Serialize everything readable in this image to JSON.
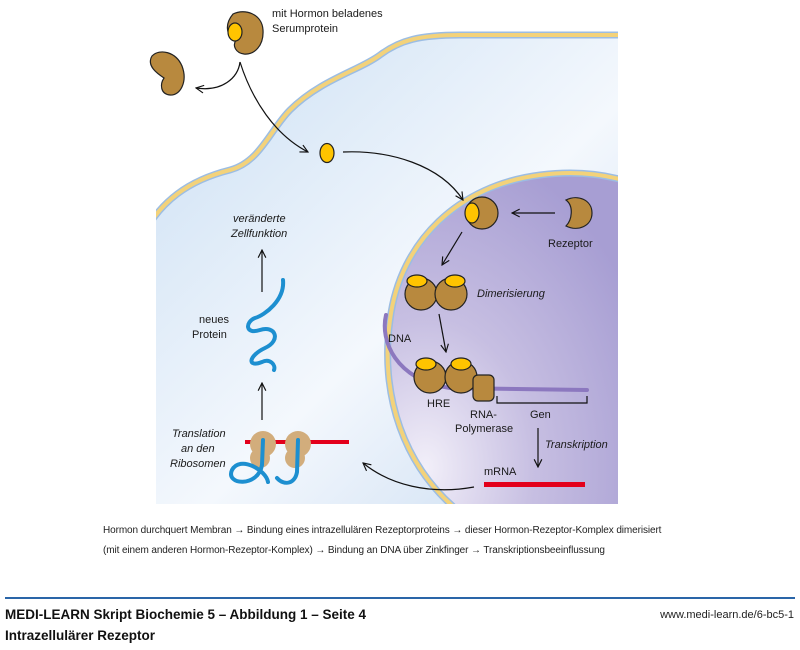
{
  "diagram": {
    "labels": {
      "serum_protein_line1": "mit Hormon beladenes",
      "serum_protein_line2": "Serumprotein",
      "receptor": "Rezeptor",
      "dimerization": "Dimerisierung",
      "dna": "DNA",
      "hre": "HRE",
      "rna_polymerase_line1": "RNA-",
      "rna_polymerase_line2": "Polymerase",
      "gene": "Gen",
      "transcription": "Transkription",
      "mrna": "mRNA",
      "translation_line1": "Translation",
      "translation_line2": "an den",
      "translation_line3": "Ribosomen",
      "new_protein_line1": "neues",
      "new_protein_line2": "Protein",
      "cell_function_line1": "veränderte",
      "cell_function_line2": "Zellfunktion"
    },
    "colors": {
      "protein_brown": "#b8893e",
      "hormone_yellow": "#ffc400",
      "membrane": "#f3d27a",
      "cytoplasm": "#d6e6f6",
      "nucleus": "#b3abd8",
      "dna_strand": "#8c78bf",
      "mrna_red": "#e3001b",
      "ribosome": "#d2ad7c",
      "new_protein_blue": "#1d8fd0"
    }
  },
  "caption": {
    "line1": "Hormon durchquert Membran → Bindung eines intrazellulären Rezeptorproteins → dieser Hormon-Rezeptor-Komplex dimerisiert",
    "line2": "(mit einem anderen Hormon-Rezeptor-Komplex) → Bindung an DNA über Zinkfinger → Transkriptionsbeeinflussung"
  },
  "footer": {
    "title": "MEDI-LEARN Skript Biochemie 5 – Abbildung 1 – Seite 4",
    "subtitle": "Intrazellulärer Rezeptor",
    "url": "www.medi-learn.de/6-bc5-1"
  }
}
